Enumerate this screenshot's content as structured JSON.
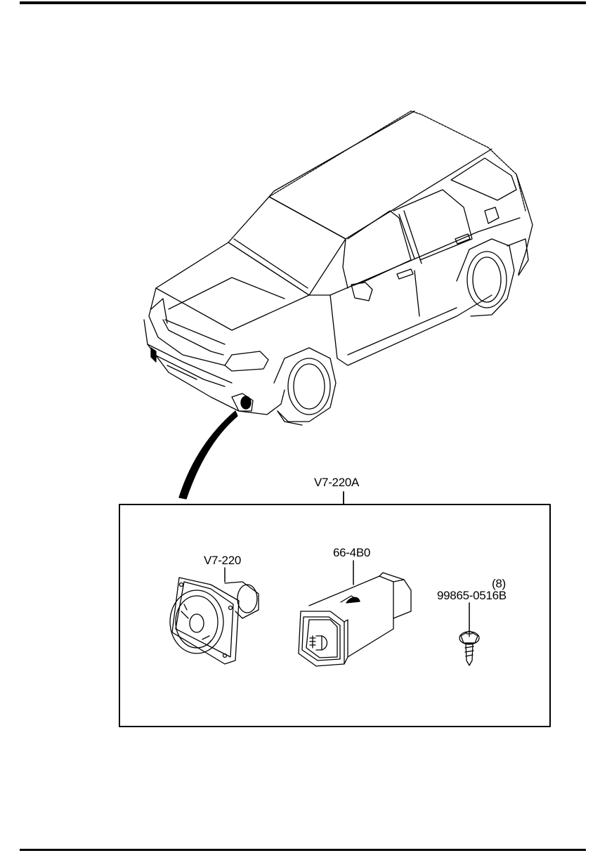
{
  "diagram": {
    "assembly_label": "V7-220A",
    "parts": [
      {
        "part_number": "V7-220",
        "quantity": ""
      },
      {
        "part_number": "66-4B0",
        "quantity": ""
      },
      {
        "part_number": "99865-0516B",
        "quantity": "(8)"
      }
    ]
  }
}
